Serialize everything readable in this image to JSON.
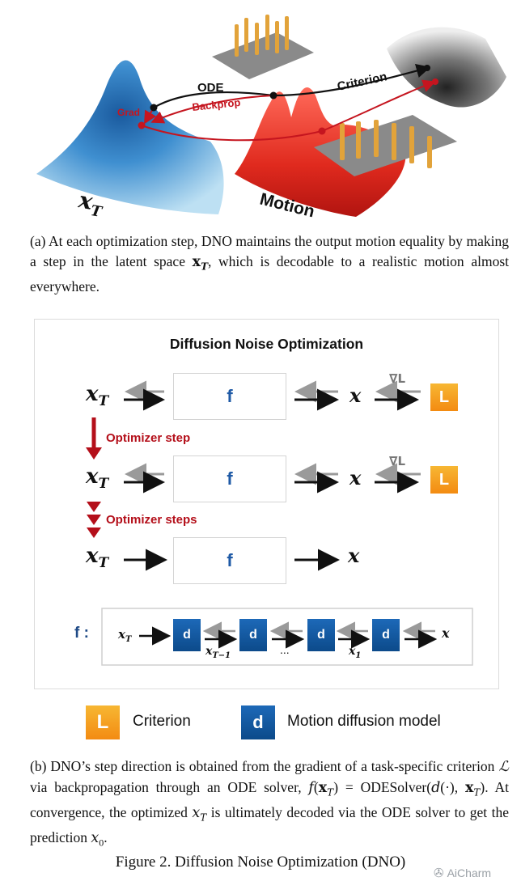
{
  "figure_a": {
    "labels": {
      "grad": "Grad",
      "ode": "ODE",
      "backprop": "Backprop",
      "criterion": "Criterion",
      "latent": "x",
      "latent_sub": "T",
      "motion": "Motion"
    },
    "caption": "(a) At each optimization step, DNO maintains the output motion equality by making a step in the latent space",
    "caption_math": "x",
    "caption_math_sub": "T",
    "caption_tail": ", which is decodable to a realistic motion almost everywhere."
  },
  "figure_b": {
    "title": "Diffusion Noise Optimization",
    "f_label": "f",
    "x_label": "x",
    "xT": "x",
    "xT_sub": "T",
    "nabla": "∇L",
    "L_label": "L",
    "optimizer_step": "Optimizer step",
    "optimizer_steps": "Optimizer steps",
    "chain": {
      "f_prefix": "f :",
      "d_label": "d",
      "xT1": "x",
      "xT1_sub": "T−1",
      "dots": "...",
      "x1": "x",
      "x1_sub": "1"
    },
    "legend": {
      "criterion": "Criterion",
      "model": "Motion diffusion model"
    },
    "caption_1": "(b) DNO’s step direction is obtained from the gradient of a task-specific criterion",
    "caption_2": "via backpropagation through an ODE solver,",
    "caption_3": "At convergence, the optimized",
    "caption_4": "is ultimately decoded via the ODE solver to get the prediction"
  },
  "figure_title": "Figure 2. Diffusion Noise Optimization (DNO)",
  "watermark": "AiCharm"
}
